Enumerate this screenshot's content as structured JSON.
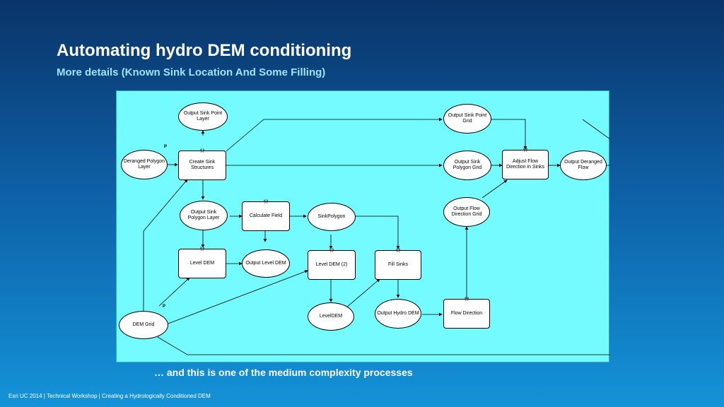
{
  "slide": {
    "title": "Automating hydro DEM conditioning",
    "subtitle": "More details (Known Sink Location And Some Filling)",
    "caption": "… and this is one of the medium complexity processes",
    "footer_left": "Esri UC 2014 | Technical Workshop |",
    "footer_right": "Creating a Hydrologically Conditioned DEM"
  },
  "diagram": {
    "parameter_marker": "P",
    "tool_icon": "hammer-icon",
    "nodes": {
      "output_sink_point_layer": "Output Sink Point Layer",
      "deranged_polygon_layer": "Deranged Polygon Layer",
      "create_sink_structures": "Create Sink Structures",
      "output_sink_polygon_layer": "Output Sink Polygon Layer",
      "calculate_field": "Calculate Field",
      "sink_polygon": "SinkPolygon",
      "level_dem": "Level DEM",
      "output_level_dem": "Output Level DEM",
      "level_dem_2": "Level DEM (2)",
      "fill_sinks": "Fill Sinks",
      "dem_grid": "DEM Grid",
      "leveldem": "LevelDEM",
      "output_hydro_dem": "Output Hydro DEM",
      "flow_direction": "Flow Direction",
      "output_flow_direction_grid": "Output Flow Direction Grid",
      "output_sink_point_grid": "Output Sink Point Grid",
      "output_sink_polygon_grid": "Output Sink Polygon Grid",
      "adjust_flow_direction": "Adjust Flow Direction in Sinks",
      "output_deranged_flow": "Output Deranged Flow"
    }
  }
}
